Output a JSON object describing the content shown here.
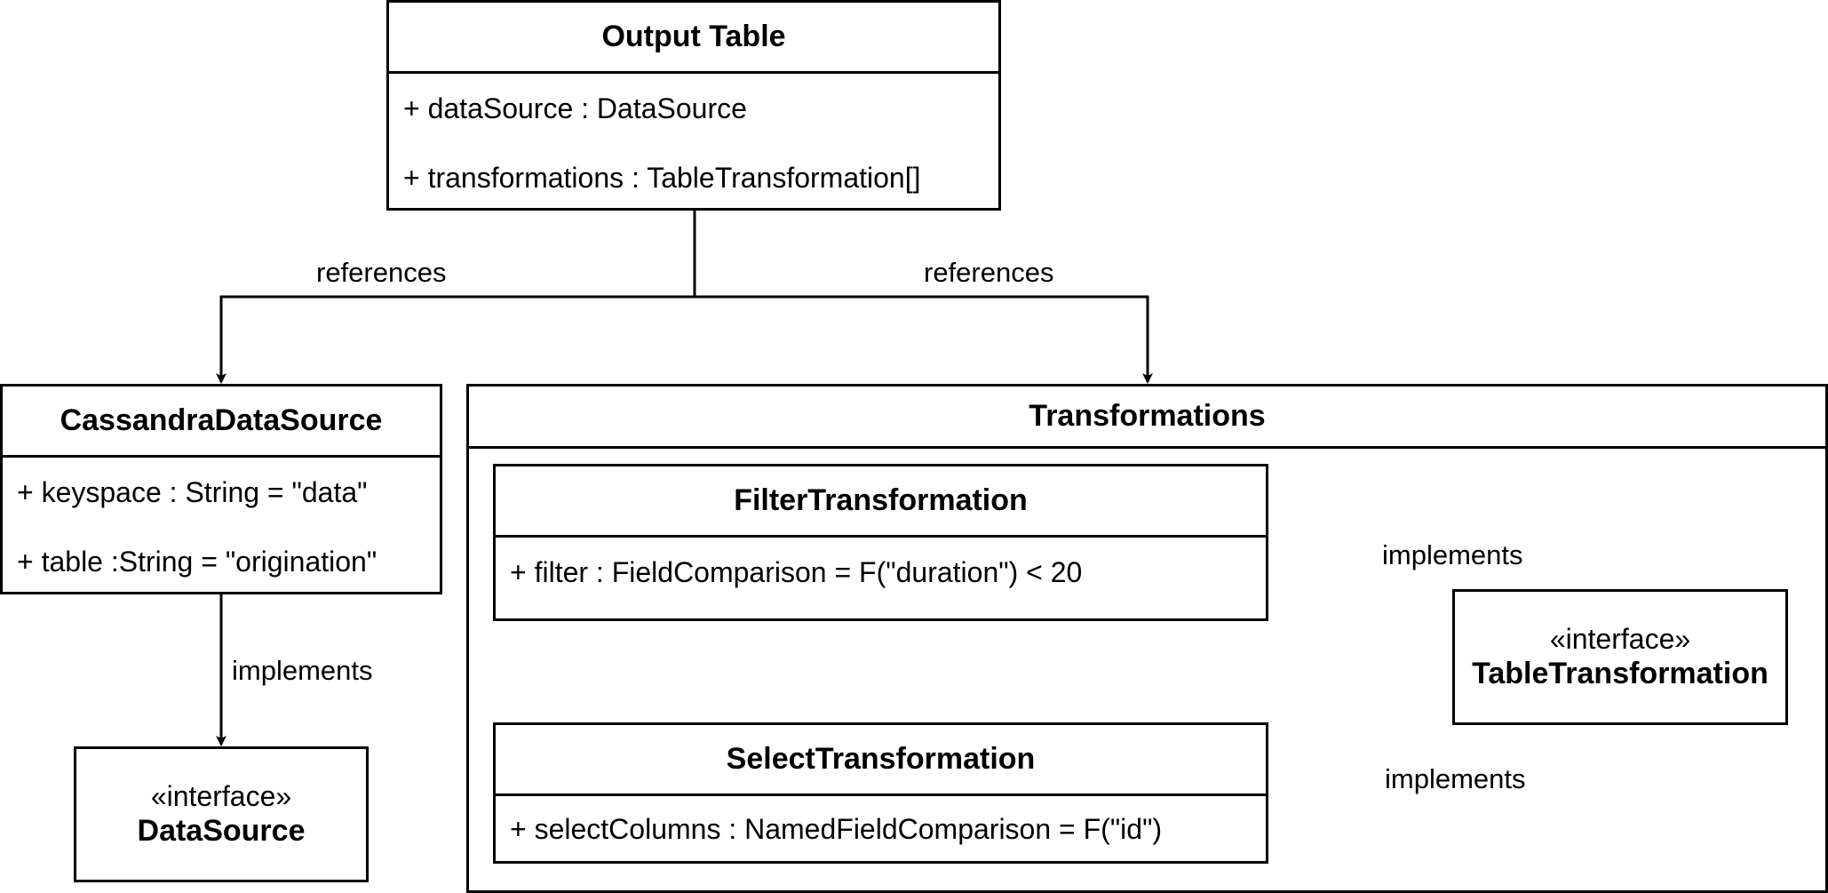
{
  "output_table": {
    "name": "Output Table",
    "attributes": [
      "+ dataSource : DataSource",
      "+ transformations : TableTransformation[]"
    ]
  },
  "cassandra": {
    "name": "CassandraDataSource",
    "attributes": [
      "+ keyspace : String = \"data\"",
      "+ table :String = \"origination\""
    ]
  },
  "datasource_iface": {
    "stereotype": "«interface»",
    "name": "DataSource"
  },
  "transformations": {
    "title": "Transformations",
    "filter": {
      "name": "FilterTransformation",
      "attribute": "+ filter : FieldComparison = F(\"duration\") < 20"
    },
    "select": {
      "name": "SelectTransformation",
      "attribute": "+ selectColumns : NamedFieldComparison = F(\"id\")"
    }
  },
  "tabletransformation_iface": {
    "stereotype": "«interface»",
    "name": "TableTransformation"
  },
  "edges": {
    "references_left": "references",
    "references_right": "references",
    "implements_datasource": "implements",
    "implements_filter": "implements",
    "implements_select": "implements"
  }
}
